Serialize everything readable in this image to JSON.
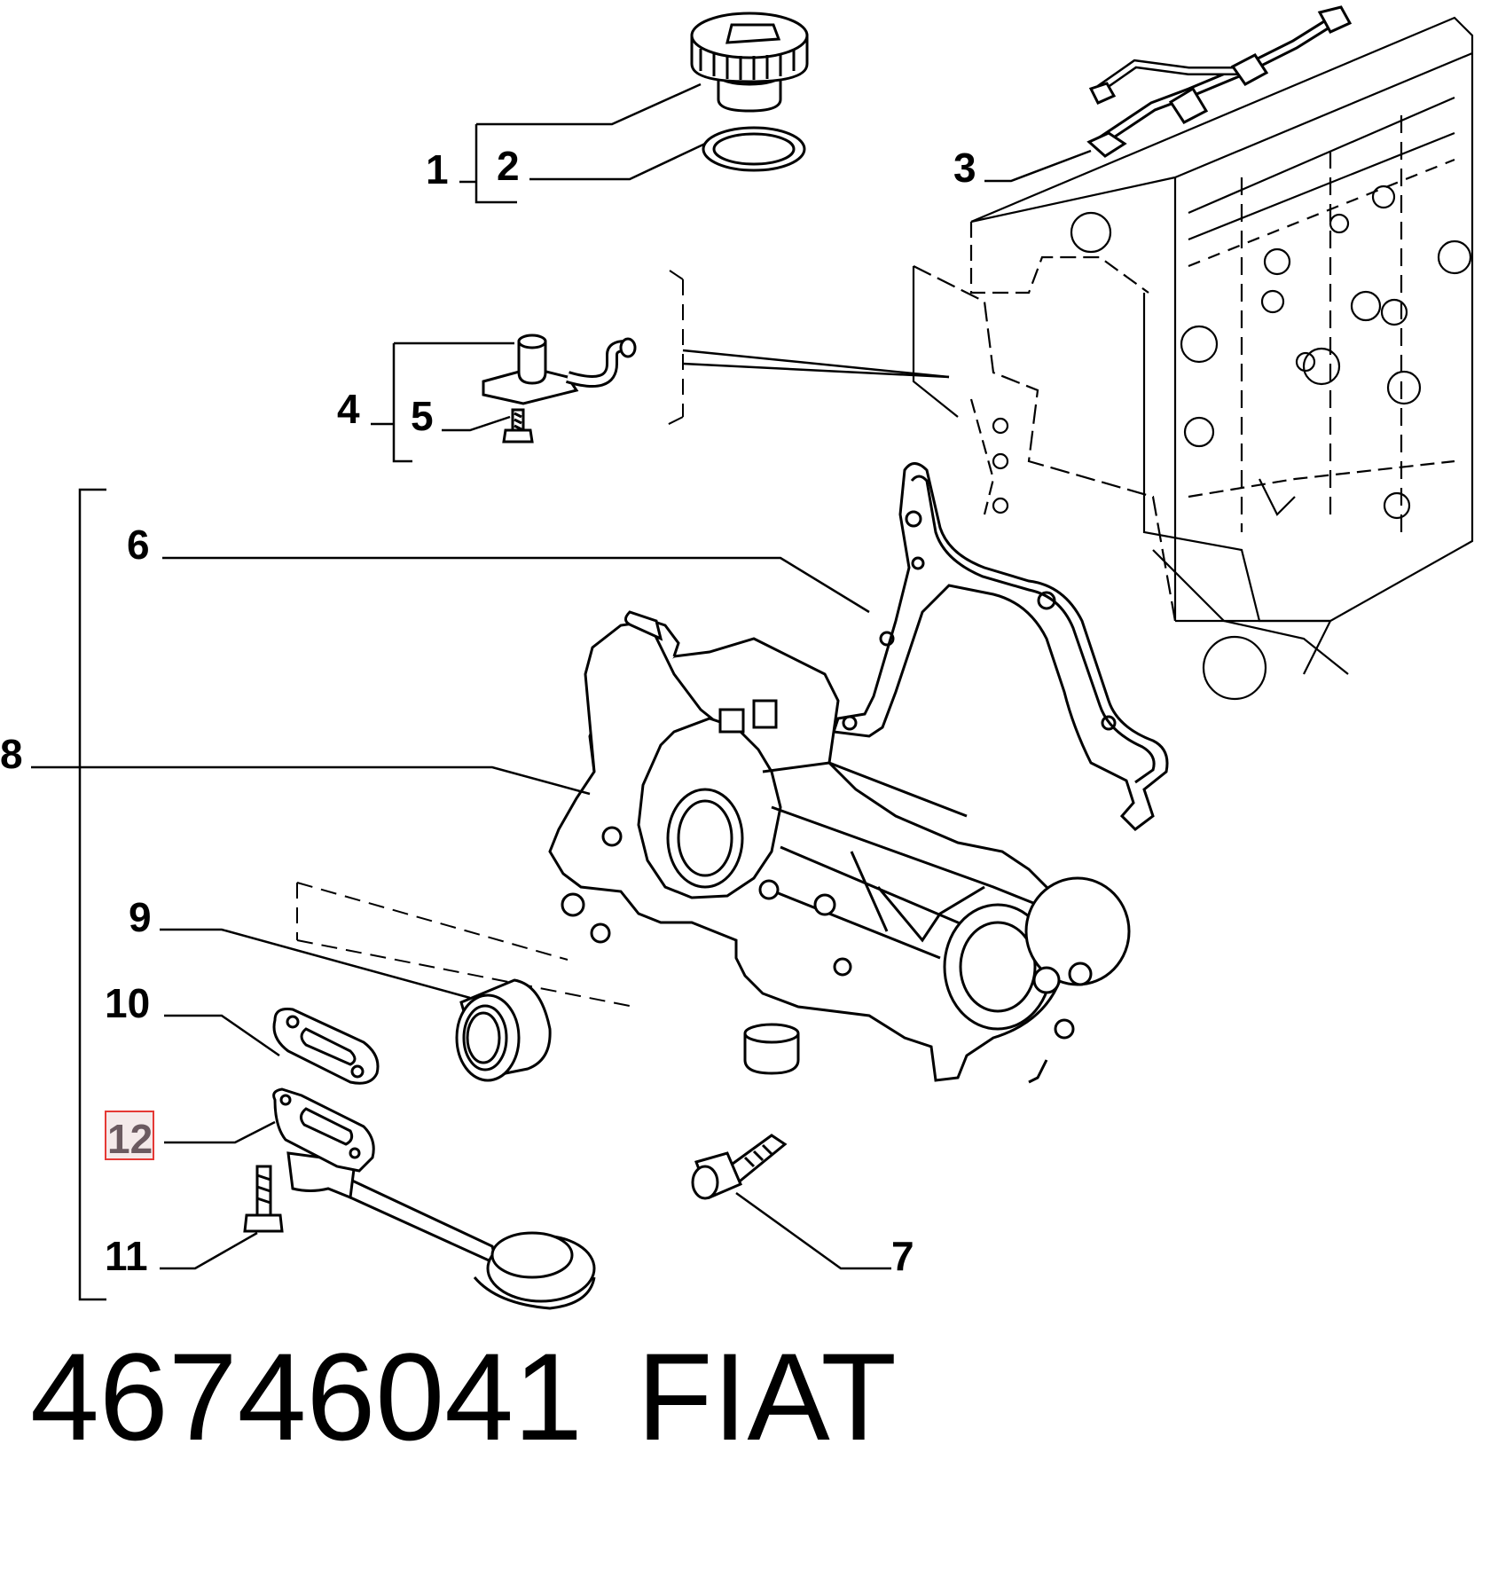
{
  "diagram": {
    "callouts": [
      "1",
      "2",
      "3",
      "4",
      "5",
      "6",
      "7",
      "8",
      "9",
      "10",
      "11",
      "12"
    ],
    "highlighted_callout": "12"
  },
  "footer": {
    "part_number": "46746041",
    "brand": "FIAT"
  },
  "colors": {
    "line": "#000000",
    "highlight_box": "#e53935",
    "highlight_text": "#6b5a60",
    "background": "#ffffff"
  }
}
